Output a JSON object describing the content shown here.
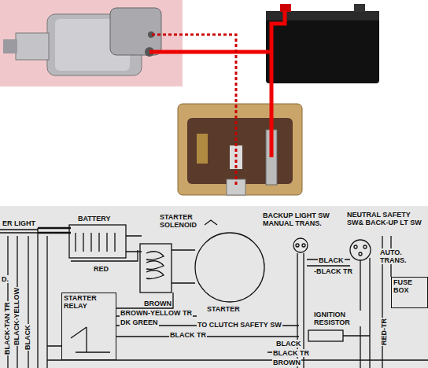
{
  "diagram": {
    "nodes": [
      {
        "text": [
          "STARTER RELAY"
        ]
      },
      {
        "text": [
          "FUSE BOX"
        ]
      }
    ],
    "labels": [
      "ER LIGHT",
      "BATTERY",
      "STARTER SOLENOID",
      "BACKUP LIGHT SW MANUAL TRANS.",
      "NEUTRAL SAFETY SW& BACK-UP LT SW",
      "AUTO. TRANS.",
      "BLACK",
      "-BLACK TR",
      "RED-TR",
      "RED",
      "STARTER",
      "BROWN",
      "BROWN-YELLOW TR",
      "DK GREEN",
      "TO CLUTCH SAFETY SW",
      "BLACK TR",
      "IGNITION RESISTOR",
      "BLACK",
      "BLACK TR",
      "BROWN",
      "BLACK-TAN TR",
      "BLACK-YELLOW",
      "BLACK",
      "D."
    ]
  }
}
